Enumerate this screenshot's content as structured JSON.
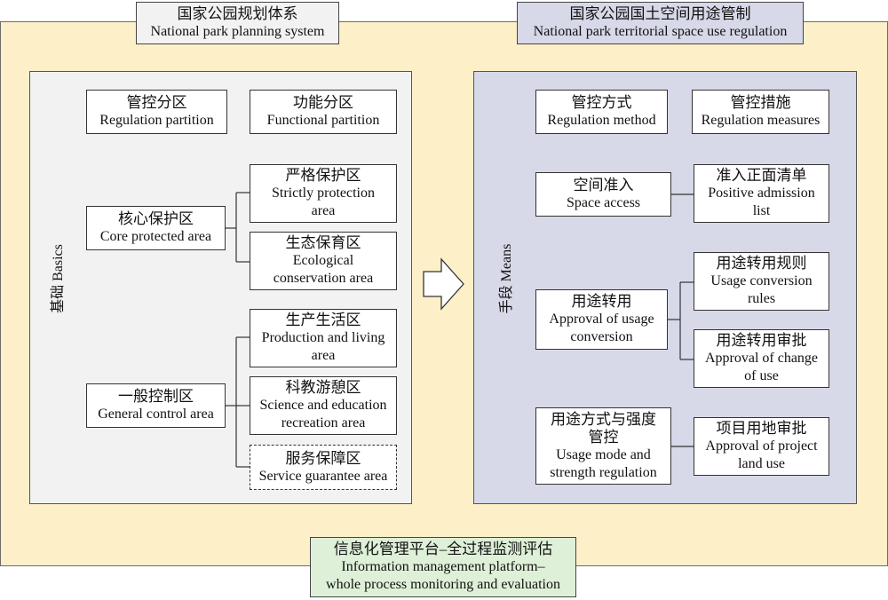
{
  "titles": {
    "left": {
      "zh": "国家公园规划体系",
      "en": "National park planning system"
    },
    "right": {
      "zh": "国家公园国土空间用途管制",
      "en": "National park territorial space use regulation"
    },
    "bottom": {
      "zh": "信息化管理平台–全过程监测评估",
      "en": "Information management platform–",
      "en2": "whole process monitoring and evaluation"
    }
  },
  "left_panel": {
    "label": "基础 Basics",
    "regulation_partition": {
      "zh": "管控分区",
      "en": "Regulation partition"
    },
    "functional_partition": {
      "zh": "功能分区",
      "en": "Functional partition"
    },
    "core": {
      "zh": "核心保护区",
      "en": "Core protected area"
    },
    "strict": {
      "zh": "严格保护区",
      "en1": "Strictly protection",
      "en2": "area"
    },
    "eco": {
      "zh": "生态保育区",
      "en1": "Ecological",
      "en2": "conservation area"
    },
    "general": {
      "zh": "一般控制区",
      "en": "General control area"
    },
    "production": {
      "zh": "生产生活区",
      "en1": "Production and living",
      "en2": "area"
    },
    "science": {
      "zh": "科教游憩区",
      "en1": "Science and education",
      "en2": "recreation area"
    },
    "service": {
      "zh": "服务保障区",
      "en": "Service guarantee area"
    }
  },
  "right_panel": {
    "label": "手段 Means",
    "method": {
      "zh": "管控方式",
      "en": "Regulation method"
    },
    "measures": {
      "zh": "管控措施",
      "en": "Regulation measures"
    },
    "access": {
      "zh": "空间准入",
      "en": "Space access"
    },
    "positive": {
      "zh": "准入正面清单",
      "en1": "Positive admission",
      "en2": "list"
    },
    "approval_usage": {
      "zh": "用途转用",
      "en1": "Approval of usage",
      "en2": "conversion"
    },
    "conversion_rules": {
      "zh": "用途转用规则",
      "en1": "Usage conversion",
      "en2": "rules"
    },
    "change_approval": {
      "zh": "用途转用审批",
      "en1": "Approval of change",
      "en2": "of use"
    },
    "mode": {
      "zh1": "用途方式与强度",
      "zh2": "管控",
      "en1": "Usage mode and",
      "en2": "strength regulation"
    },
    "project": {
      "zh": "项目用地审批",
      "en1": "Approval of project",
      "en2": "land use"
    }
  }
}
